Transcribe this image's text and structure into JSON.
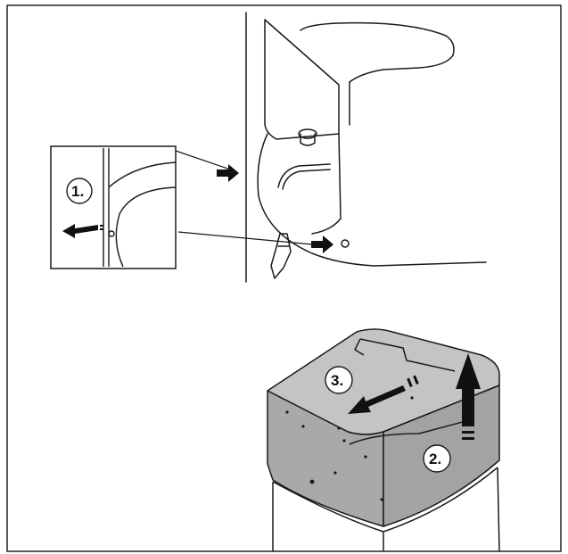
{
  "steps": [
    {
      "number_label": "1."
    },
    {
      "number_label": "2."
    },
    {
      "number_label": "3."
    }
  ],
  "colors": {
    "line": "#1a1a1a",
    "cover_fill": "#a9a9a9",
    "cover_light": "#c4c4c4",
    "cabinet_fill": "#ffffff",
    "bubble_fill": "#ffffff",
    "arrow_fill": "#111111",
    "frame": "#222222"
  },
  "icons": {
    "step1_arrow": "arrow-left-icon",
    "step2_arrow": "arrow-up-icon",
    "step3_arrow": "arrow-down-left-icon",
    "pointer_arrows": "arrow-right-icon"
  }
}
